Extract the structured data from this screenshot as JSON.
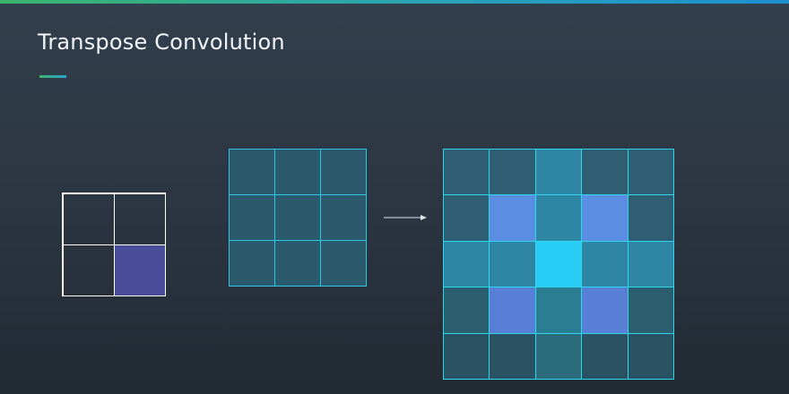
{
  "slide": {
    "title": "Transpose Convolution"
  },
  "colors": {
    "input_border": "#ffffff",
    "input_active": "#4a4e9a",
    "kernel_border": "#2bc6e8",
    "kernel_fill": "#2a5a6c",
    "output_border": "#2bd8ef",
    "arrow": "#dfe6ec"
  },
  "input_grid": {
    "rows": 2,
    "cols": 2,
    "cells": [
      "",
      "",
      "",
      "#4a4e9a"
    ]
  },
  "kernel_grid": {
    "rows": 3,
    "cols": 3,
    "cells": [
      "#2a5a6c",
      "#2a5a6c",
      "#2a5a6c",
      "#2a5a6c",
      "#2a5a6c",
      "#2a5a6c",
      "#2a5a6c",
      "#2a5a6c",
      "#2a5a6c"
    ]
  },
  "output_grid": {
    "rows": 5,
    "cols": 5,
    "cells": [
      "#2f5e72",
      "#2f5e72",
      "#2e86a4",
      "#2f5e72",
      "#2f5e72",
      "#2f5e72",
      "#5b8ee2",
      "#2e86a4",
      "#5b8ee2",
      "#2f5e72",
      "#2e86a4",
      "#2e86a4",
      "#28cdf6",
      "#2e86a4",
      "#2e86a4",
      "#2b5e6e",
      "#587fd6",
      "#2b7e92",
      "#587fd6",
      "#2b5e6e",
      "#2b5262",
      "#2b5262",
      "#2b6b7c",
      "#2b5262",
      "#2b5262"
    ]
  }
}
